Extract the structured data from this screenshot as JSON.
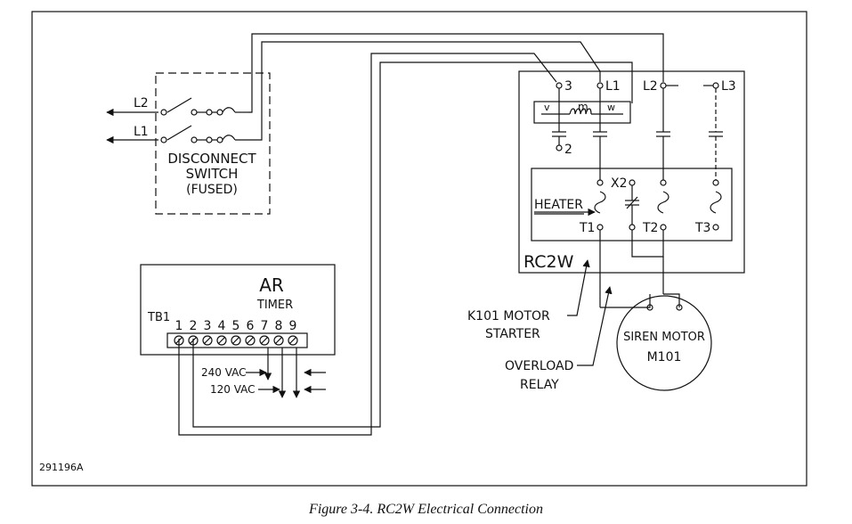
{
  "disconnect": {
    "l2": "L2",
    "l1": "L1",
    "line1": "DISCONNECT",
    "line2": "SWITCH",
    "line3": "(FUSED)"
  },
  "timer": {
    "title": "AR",
    "subtitle": "TIMER",
    "tb": "TB1",
    "terminals": [
      "1",
      "2",
      "3",
      "4",
      "5",
      "6",
      "7",
      "8",
      "9"
    ],
    "v240": "240 VAC",
    "v120": "120 VAC"
  },
  "starter": {
    "t3": "3",
    "l1": "L1",
    "l2": "L2",
    "l3": "L3",
    "v": "v",
    "m": "m",
    "w": "w",
    "t2term": "2",
    "x2": "X2",
    "heater": "HEATER",
    "T1": "T1",
    "T2": "T2",
    "T3": "T3",
    "name": "RC2W"
  },
  "callouts": {
    "k101a": "K101 MOTOR",
    "k101b": "STARTER",
    "ovla": "OVERLOAD",
    "ovlb": "RELAY"
  },
  "motor": {
    "line1": "SIREN MOTOR",
    "line2": "M101"
  },
  "ref": "291196A",
  "caption": "Figure 3-4. RC2W Electrical Connection"
}
